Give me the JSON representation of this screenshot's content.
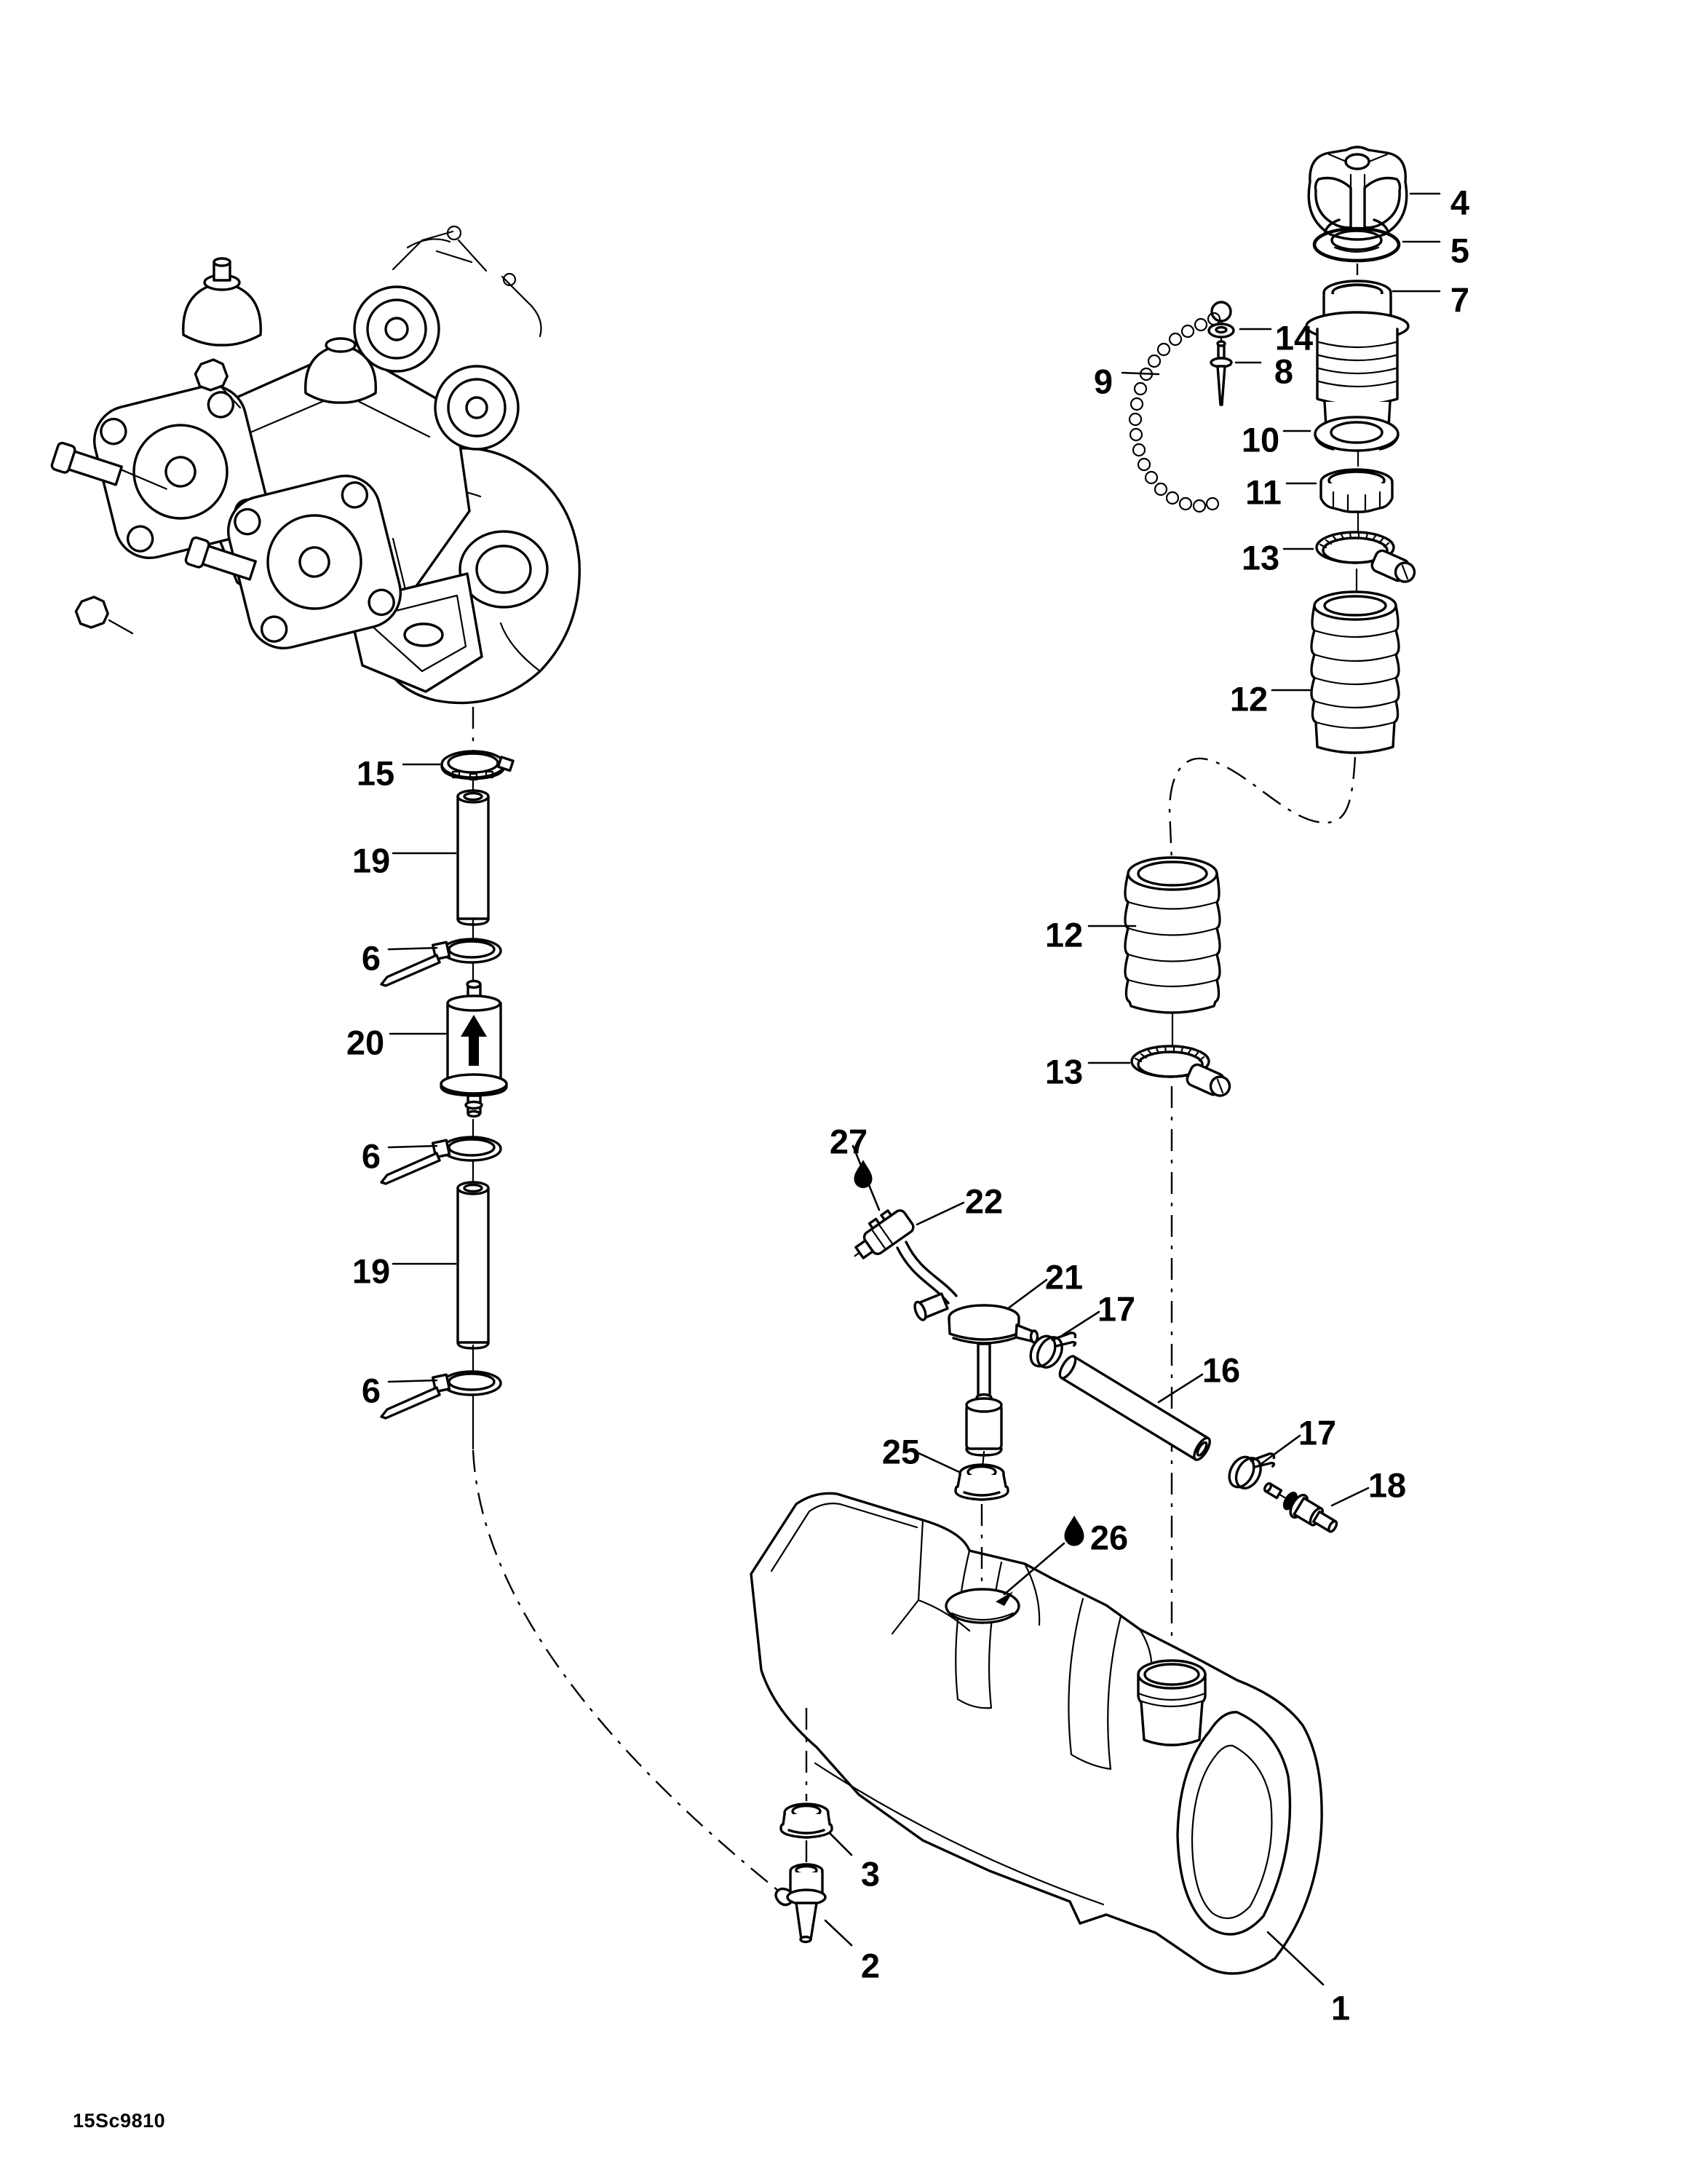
{
  "diagram": {
    "code": "15Sc9810",
    "background": "#ffffff",
    "line_color": "#000000",
    "type": "exploded-parts-diagram"
  },
  "callouts": {
    "c1": {
      "label": "1"
    },
    "c2": {
      "label": "2"
    },
    "c3": {
      "label": "3"
    },
    "c4": {
      "label": "4"
    },
    "c5": {
      "label": "5"
    },
    "c6a": {
      "label": "6"
    },
    "c6b": {
      "label": "6"
    },
    "c6c": {
      "label": "6"
    },
    "c7": {
      "label": "7"
    },
    "c8": {
      "label": "8"
    },
    "c9": {
      "label": "9"
    },
    "c10": {
      "label": "10"
    },
    "c11": {
      "label": "11"
    },
    "c12a": {
      "label": "12"
    },
    "c12b": {
      "label": "12"
    },
    "c13a": {
      "label": "13"
    },
    "c13b": {
      "label": "13"
    },
    "c14": {
      "label": "14"
    },
    "c15": {
      "label": "15"
    },
    "c16": {
      "label": "16"
    },
    "c17a": {
      "label": "17"
    },
    "c17b": {
      "label": "17"
    },
    "c18": {
      "label": "18"
    },
    "c19a": {
      "label": "19"
    },
    "c19b": {
      "label": "19"
    },
    "c20": {
      "label": "20"
    },
    "c21": {
      "label": "21"
    },
    "c22": {
      "label": "22"
    },
    "c25": {
      "label": "25"
    },
    "c26": {
      "label": "26"
    },
    "c27": {
      "label": "27"
    }
  }
}
